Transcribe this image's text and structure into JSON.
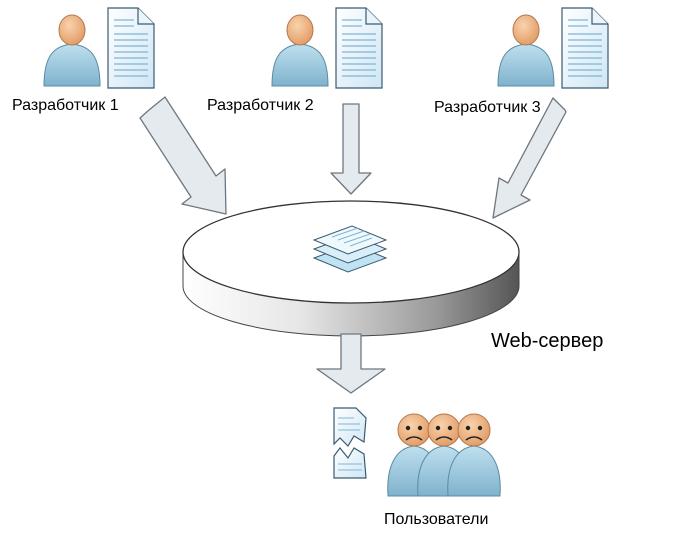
{
  "developers": [
    {
      "label": "Разработчик 1"
    },
    {
      "label": "Разработчик 2"
    },
    {
      "label": "Разработчик 3"
    }
  ],
  "server": {
    "label": "Web-сервер"
  },
  "users": {
    "label": "Пользователи"
  },
  "colors": {
    "person_body": "#9ecbe0",
    "person_head": "#f2b98a",
    "document_fill": "#dff0fa",
    "document_lines": "#7fb5d6",
    "arrow_fill": "#e4eaee",
    "arrow_stroke": "#6d7780",
    "disk_top": "#ffffff",
    "disk_side_dark": "#6a6a6a",
    "user_body": "#9ecbe0",
    "user_face": "#f0b07a"
  },
  "icons": [
    "person-icon",
    "document-icon",
    "document-stack-icon",
    "broken-document-icon",
    "unhappy-user-icon"
  ]
}
